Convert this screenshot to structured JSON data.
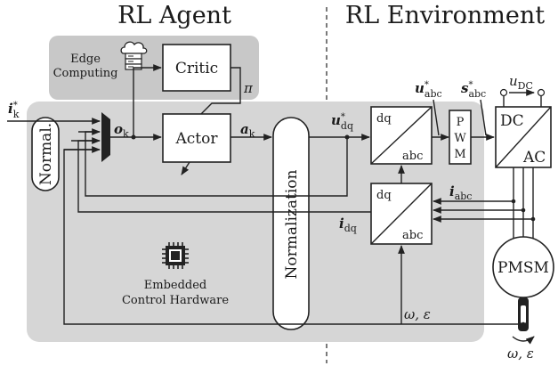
{
  "titles": {
    "agent": "RL Agent",
    "environment": "RL Environment"
  },
  "edge": {
    "label_line1": "Edge",
    "label_line2": "Computing"
  },
  "blocks": {
    "critic": "Critic",
    "actor": "Actor",
    "normal": "Normal.",
    "normalization": "Normalization",
    "pwm": [
      "P",
      "W",
      "M"
    ],
    "inv_top": "DC",
    "inv_bottom": "AC",
    "pmsm": "PMSM",
    "dq_abc_top": {
      "top": "dq",
      "bottom": "abc"
    },
    "abc_dq_bottom": {
      "top": "dq",
      "bottom": "abc"
    }
  },
  "hardware": {
    "line1": "Embedded",
    "line2": "Control Hardware"
  },
  "signals": {
    "i_k": {
      "base": "i",
      "sub": "k",
      "sup": "*"
    },
    "o_k": {
      "base": "o",
      "sub": "k"
    },
    "a_k": {
      "base": "a",
      "sub": "k"
    },
    "pi": "π",
    "u_dq": {
      "base": "u",
      "sub": "dq",
      "sup": "*"
    },
    "u_abc": {
      "base": "u",
      "sub": "abc",
      "sup": "*"
    },
    "s_abc": {
      "base": "s",
      "sub": "abc",
      "sup": "*"
    },
    "u_dc": {
      "base": "u",
      "sub": "DC"
    },
    "i_abc": {
      "base": "i",
      "sub": "abc"
    },
    "i_dq": {
      "base": "i",
      "sub": "dq"
    },
    "omega_eps": "ω, ε",
    "omega_eps_motor": "ω, ε"
  },
  "colors": {
    "agent_bg": "#d6d6d6",
    "edge_bg": "#c8c8c8",
    "line": "#222222"
  }
}
